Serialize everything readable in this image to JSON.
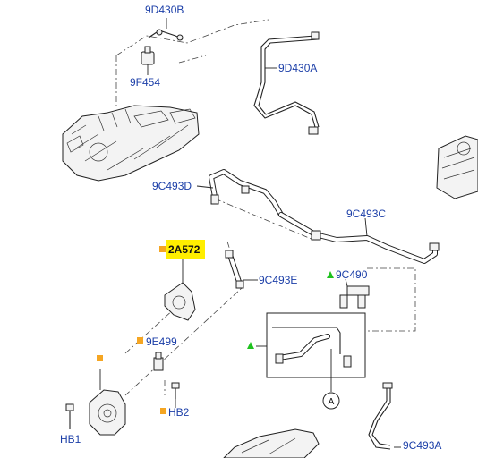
{
  "labels": {
    "9D430B": "9D430B",
    "9F454": "9F454",
    "9D430A": "9D430A",
    "9C493D": "9C493D",
    "9C493C": "9C493C",
    "2A572": "2A572",
    "9C493E": "9C493E",
    "9C490": "9C490",
    "9E499": "9E499",
    "HB2": "HB2",
    "HB1": "HB1",
    "9C493A": "9C493A",
    "A": "A"
  },
  "colors": {
    "label_text": "#1c3fa8",
    "highlight_fill": "#ffee00",
    "orange_marker": "#f5a623",
    "green_marker": "#1fc21f"
  }
}
